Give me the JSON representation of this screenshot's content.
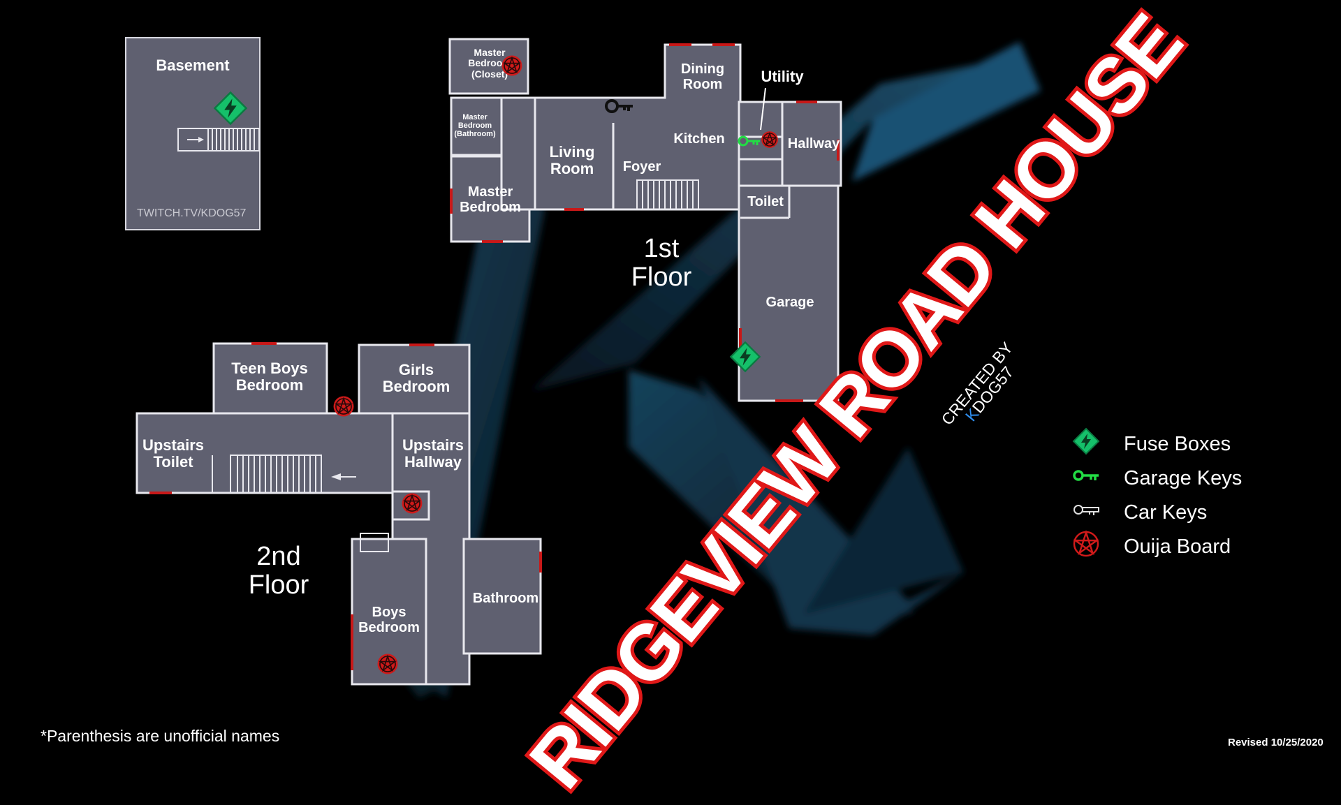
{
  "title": "RIDGEVIEW ROAD HOUSE",
  "credit": {
    "line1": "CREATED BY",
    "k": "K",
    "rest": "DOG57"
  },
  "watermark": "TWITCH.TV/KDOG57",
  "footnote": "*Parenthesis are unofficial names",
  "revised": "Revised 10/25/2020",
  "floors": {
    "basement": "Basement",
    "first": "1st\nFloor",
    "second": "2nd\nFloor"
  },
  "rooms": {
    "master_closet": "Master\nBedroom\n(Closet)",
    "master_bathroom": "Master\nBedroom\n(Bathroom)",
    "master_bedroom": "Master\nBedroom",
    "living_room": "Living\nRoom",
    "foyer": "Foyer",
    "dining_room": "Dining\nRoom",
    "kitchen": "Kitchen",
    "utility": "Utility",
    "hallway": "Hallway",
    "toilet": "Toilet",
    "garage": "Garage",
    "teen_boys_bedroom": "Teen Boys\nBedroom",
    "girls_bedroom": "Girls\nBedroom",
    "upstairs_toilet": "Upstairs\nToilet",
    "upstairs_hallway": "Upstairs\nHallway",
    "boys_bedroom": "Boys\nBedroom",
    "bathroom": "Bathroom"
  },
  "legend": [
    {
      "icon": "fuse-box-icon",
      "label": "Fuse Boxes"
    },
    {
      "icon": "garage-key-icon",
      "label": "Garage Keys"
    },
    {
      "icon": "car-key-icon",
      "label": "Car Keys"
    },
    {
      "icon": "ouija-board-icon",
      "label": "Ouija Board"
    }
  ],
  "colors": {
    "room": "#5f6070",
    "wall": "#e8e8ee",
    "door": "#c81818",
    "fuse": "#15c06a",
    "garage_key": "#22dd44",
    "ouija": "#d01a1a",
    "credit_k": "#2f8ff0",
    "title_stroke": "#e01818"
  }
}
